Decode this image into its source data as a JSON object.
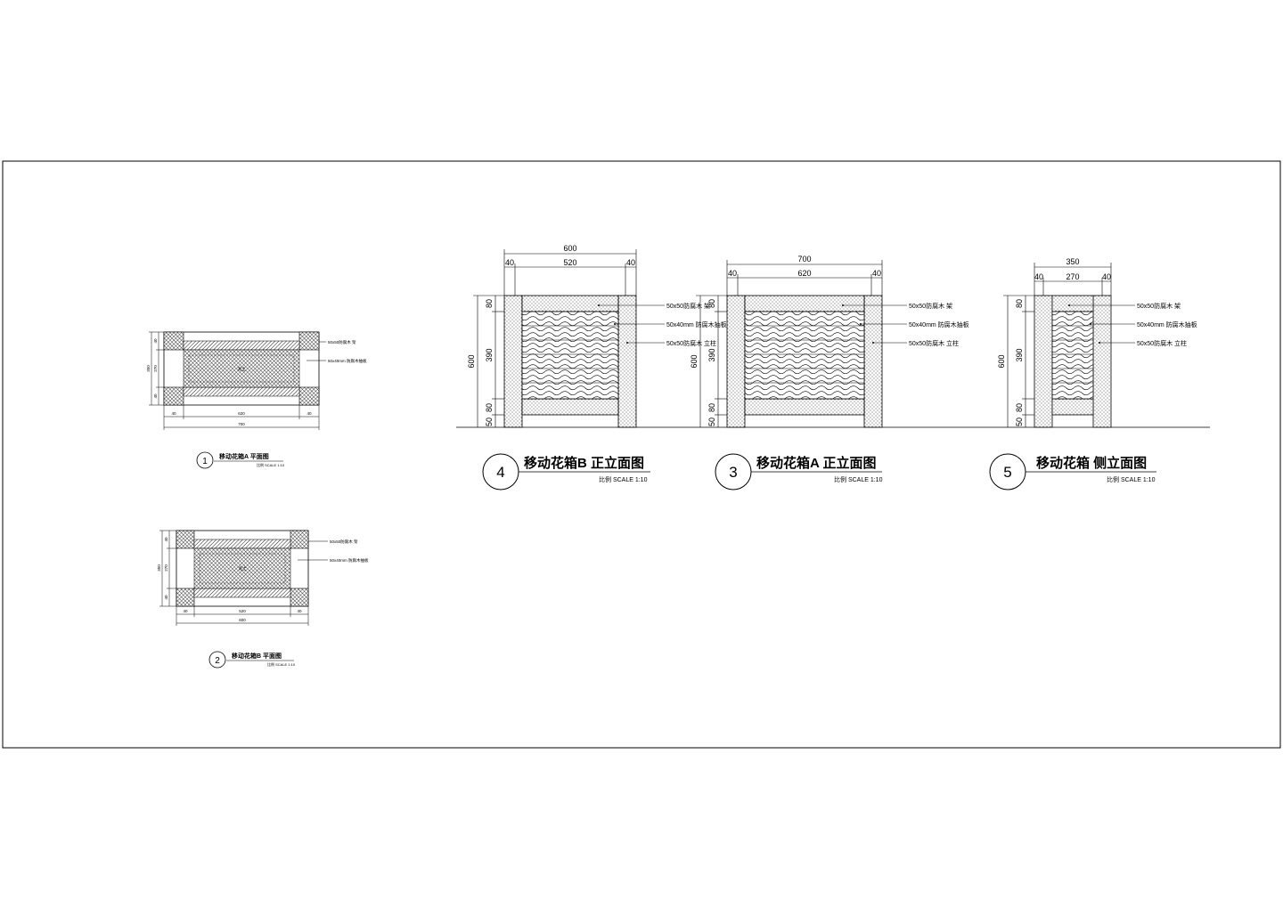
{
  "sheet": {
    "plan1": {
      "number": "1",
      "title": "移动花箱A 平面图",
      "scale": "比例 SCALE 1:10",
      "dims": {
        "w1": "40",
        "w2": "620",
        "w3": "40",
        "total": "700",
        "h1": "40",
        "h2": "270",
        "h3": "40",
        "htotal": "350"
      },
      "callouts": [
        "50x50防腐木 架",
        "50x40mm 防腐木抽板"
      ],
      "center": "泥土"
    },
    "plan2": {
      "number": "2",
      "title": "移动花箱B 平面图",
      "scale": "比例 SCALE 1:10",
      "dims": {
        "w1": "40",
        "w2": "520",
        "w3": "40",
        "total": "600",
        "h1": "40",
        "h2": "270",
        "h3": "40",
        "htotal": "350"
      },
      "callouts": [
        "50x50防腐木 架",
        "50x40mm 防腐木抽板"
      ],
      "center": "泥土"
    },
    "elev4": {
      "number": "4",
      "title": "移动花箱B 正立面图",
      "scale": "比例 SCALE 1:10",
      "dims": {
        "total": "600",
        "w1": "40",
        "w2": "520",
        "w3": "40",
        "height": "600",
        "h1": "80",
        "h2": "390",
        "h3": "80",
        "h4": "50"
      },
      "callouts": [
        "50x50防腐木 架",
        "50x40mm 防腐木抽板",
        "50x50防腐木 立柱"
      ]
    },
    "elev3": {
      "number": "3",
      "title": "移动花箱A 正立面图",
      "scale": "比例 SCALE 1:10",
      "dims": {
        "total": "700",
        "w1": "40",
        "w2": "620",
        "w3": "40",
        "height": "600",
        "h1": "80",
        "h2": "390",
        "h3": "80",
        "h4": "50"
      },
      "callouts": [
        "50x50防腐木 架",
        "50x40mm 防腐木抽板",
        "50x50防腐木 立柱"
      ]
    },
    "elev5": {
      "number": "5",
      "title": "移动花箱 侧立面图",
      "scale": "比例 SCALE 1:10",
      "dims": {
        "total": "350",
        "w1": "40",
        "w2": "270",
        "w3": "40",
        "height": "600",
        "h1": "80",
        "h2": "390",
        "h3": "80",
        "h4": "50"
      },
      "callouts": [
        "50x50防腐木 架",
        "50x40mm 防腐木抽板",
        "50x50防腐木 立柱"
      ]
    }
  }
}
